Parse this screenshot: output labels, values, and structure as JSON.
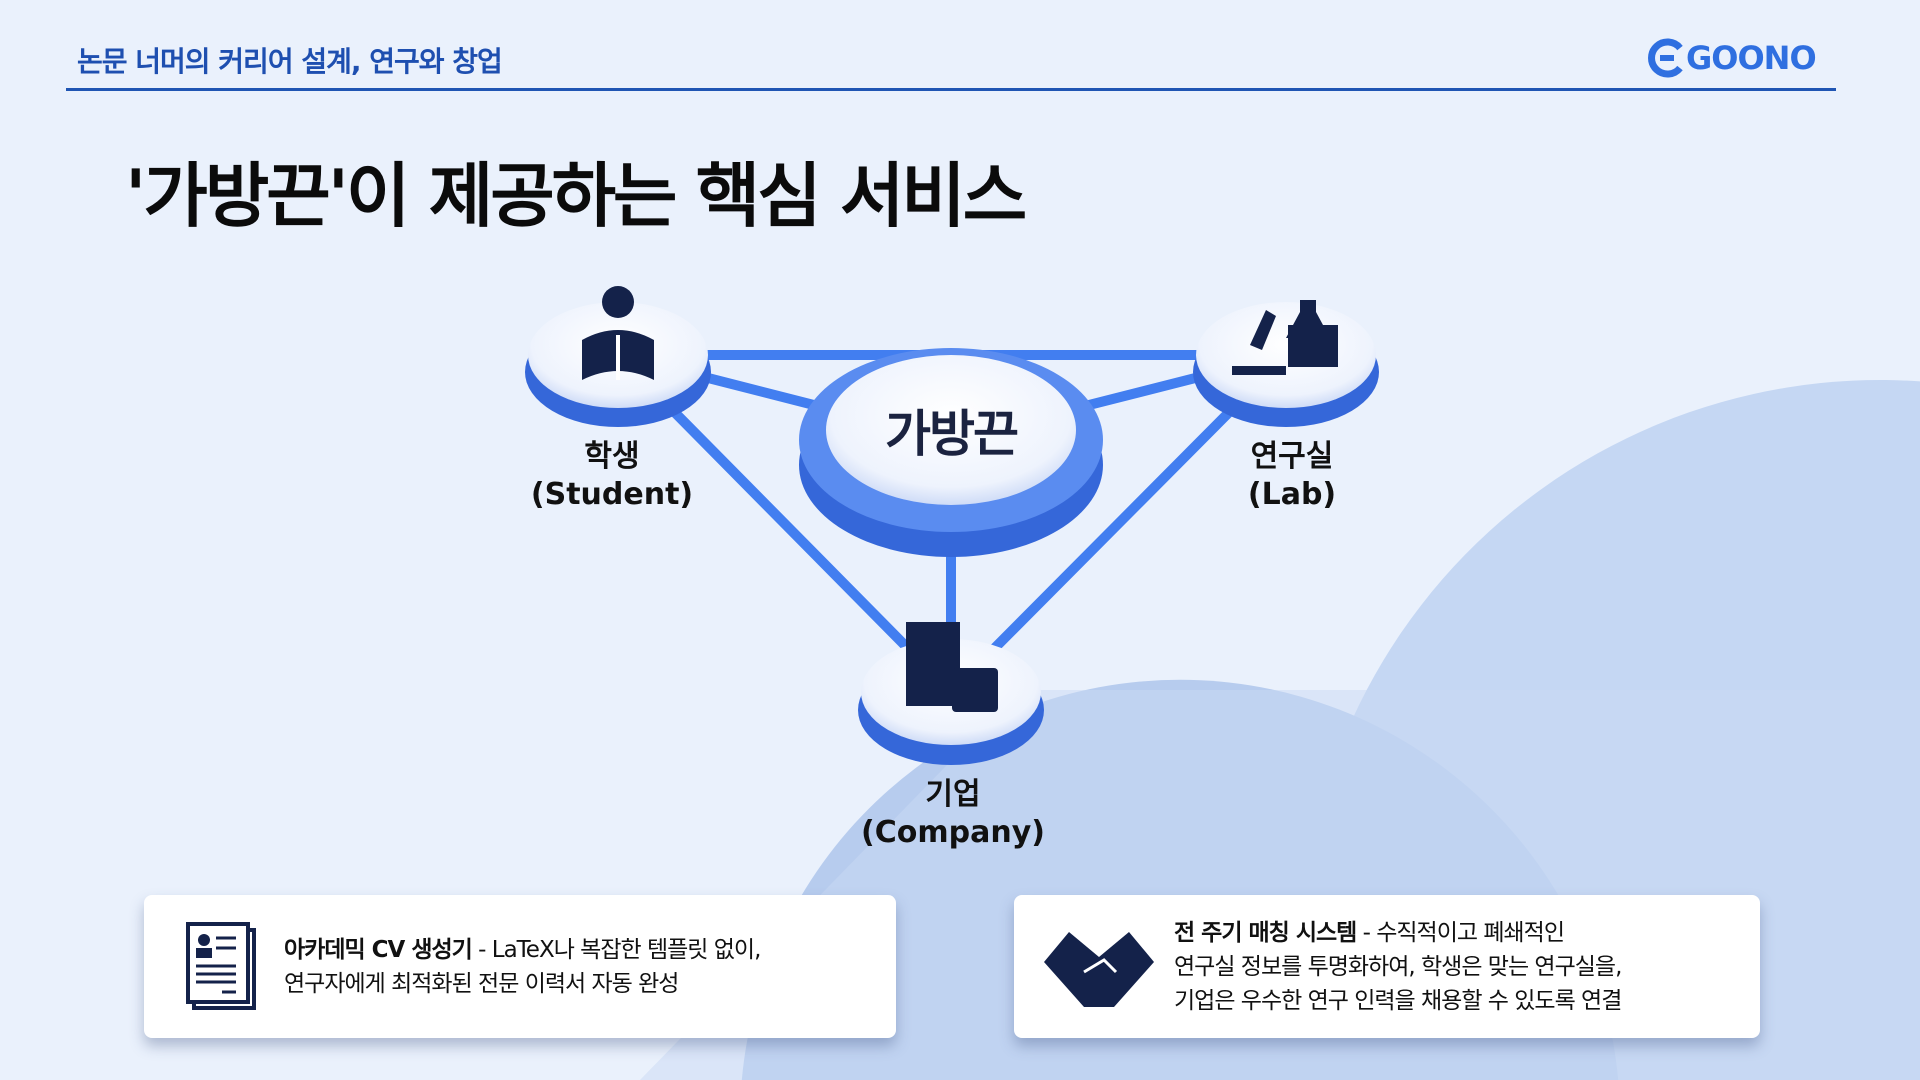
{
  "header": {
    "subtitle": "논문 너머의 커리어 설계, 연구와 창업",
    "logo": "GOONO"
  },
  "title": "'가방끈'이 제공하는 핵심 서비스",
  "diagram": {
    "hub": "가방끈",
    "nodes": [
      {
        "name": "학생",
        "sub": "(Student)",
        "icon": "student-reading-icon"
      },
      {
        "name": "연구실",
        "sub": "(Lab)",
        "icon": "microscope-flask-icon"
      },
      {
        "name": "기업",
        "sub": "(Company)",
        "icon": "building-briefcase-icon"
      }
    ]
  },
  "cards": [
    {
      "icon": "cv-document-icon",
      "title": "아카데믹 CV 생성기",
      "desc": " - LaTeX나 복잡한 템플릿 없이,",
      "line2": "연구자에게 최적화된 전문 이력서 자동 완성"
    },
    {
      "icon": "handshake-icon",
      "title": "전 주기 매칭 시스템",
      "desc": " - 수직적이고 폐쇄적인",
      "line2": "연구실 정보를 투명화하여, 학생은 맞는 연구실을,",
      "line3": "기업은 우수한 연구 인력을 채용할 수 있도록 연결"
    }
  ],
  "colors": {
    "accent": "#1f55b3",
    "bg": "#eaf1fc",
    "link": "#3a78f0",
    "icon": "#14224a"
  }
}
